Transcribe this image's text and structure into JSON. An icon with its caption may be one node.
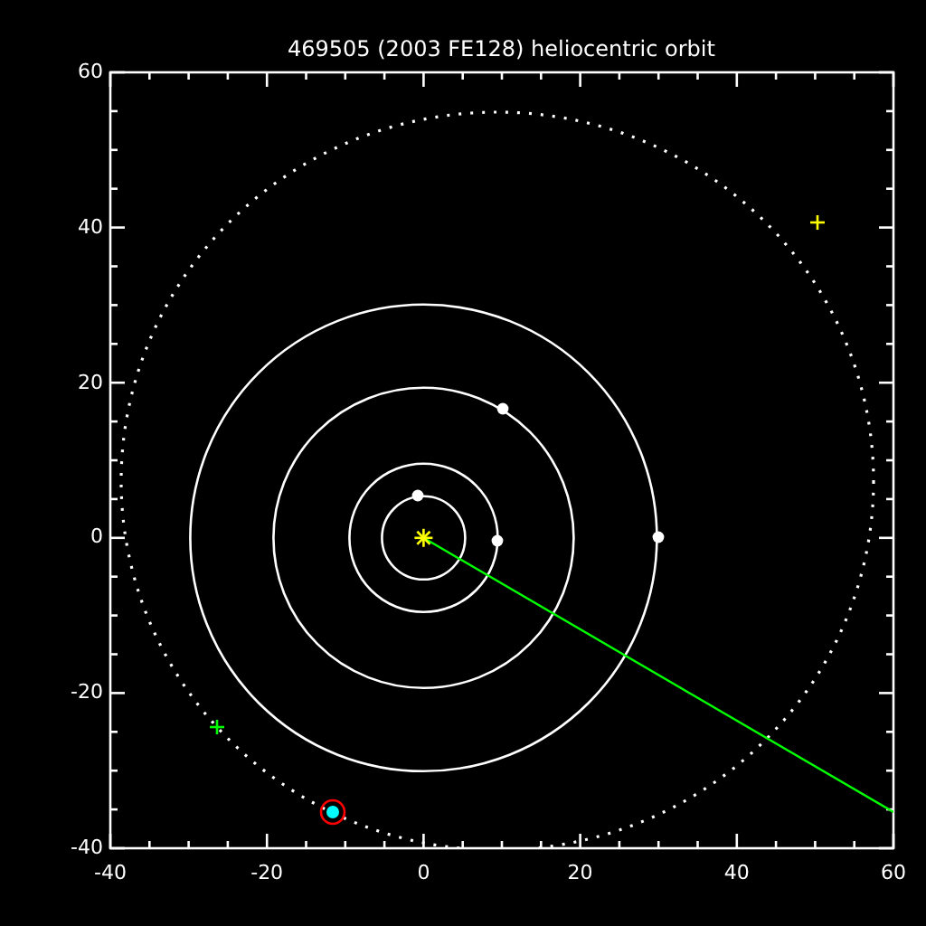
{
  "diagram": {
    "title": "469505 (2003 FE128) heliocentric orbit",
    "labels": [
      "60",
      "40",
      "20",
      "0",
      "-20",
      "-40",
      "-40",
      "-20",
      "0",
      "20",
      "40",
      "60"
    ]
  }
}
